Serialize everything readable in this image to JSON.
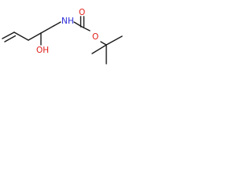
{
  "colors": {
    "bond": "#1a1a1a",
    "nitrogen": "#2b2bd9",
    "oxygen": "#e0201b"
  },
  "atoms": {
    "carbamate_nh": {
      "label": "N",
      "hydrogen": "H",
      "element": "nitrogen"
    },
    "carbonyl_o": {
      "label": "O",
      "element": "oxygen"
    },
    "ester_o": {
      "label": "O",
      "element": "oxygen"
    },
    "hydroxyl": {
      "label": "OH",
      "element": "oxygen"
    }
  }
}
